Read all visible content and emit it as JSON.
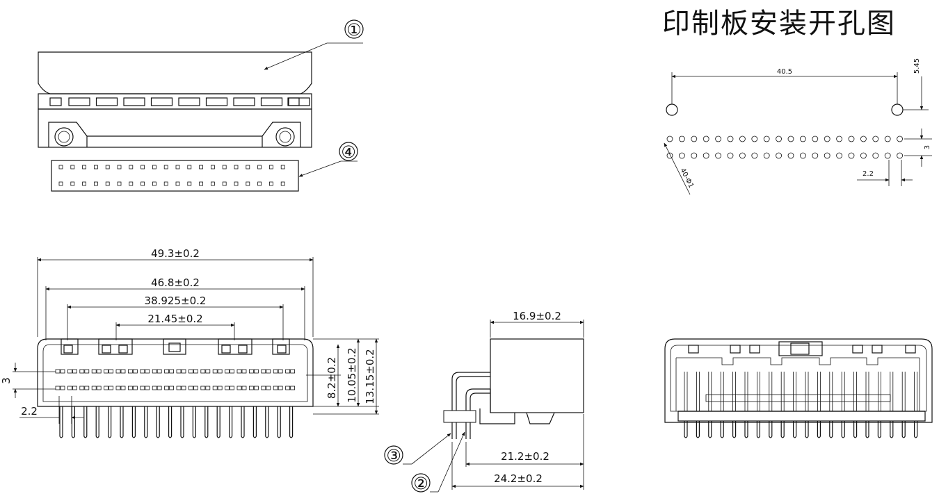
{
  "title": "印制板安装开孔图",
  "callouts": {
    "c1": "①",
    "c2": "②",
    "c3": "③",
    "c4": "④"
  },
  "front_view": {
    "overall_width": "49.3±0.2",
    "inner_width": "46.8±0.2",
    "peg_span": "38.925±0.2",
    "latch_span": "21.45±0.2",
    "height_a": "8.2±0.2",
    "height_b": "10.05±0.2",
    "height_c": "13.15±0.2",
    "row_pitch": "3",
    "pin_pitch": "2.2"
  },
  "side_view": {
    "top_width": "16.9±0.2",
    "length_a": "21.2±0.2",
    "length_b": "24.2±0.2"
  },
  "pcb_layout": {
    "hole_span": "40.5",
    "offset": "5.45",
    "row_pitch": "3",
    "pin_pitch": "2.2",
    "hole_spec": "40-Φ1"
  }
}
